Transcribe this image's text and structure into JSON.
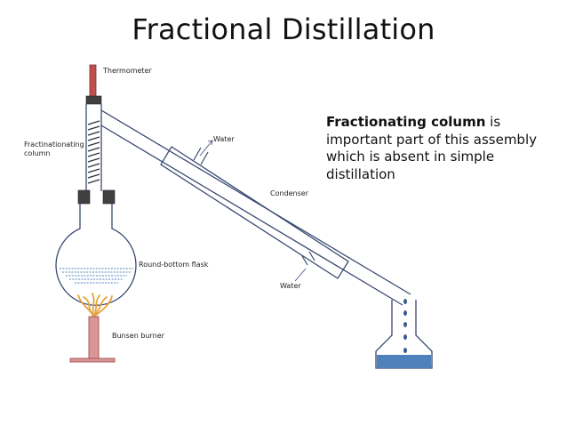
{
  "title": "Fractional Distillation",
  "labels": {
    "thermometer": "Thermometer",
    "fractionating_column_line1": "Fractinationating",
    "fractionating_column_line2": "column",
    "water_top": "Water",
    "condenser": "Condenser",
    "round_bottom_flask": "Round-bottom flask",
    "water_bottom": "Water",
    "bunsen_burner": "Bunsen burner"
  },
  "note": {
    "bold": "Fractionating column",
    "rest": " is important part of this assembly which is absent in simple distillation"
  },
  "colors": {
    "outline": "#3a4a72",
    "thermometer": "#c0504d",
    "liquid": "#4f81bd",
    "flame": "#e6a23c",
    "burner": "#d99694",
    "burner_stroke": "#a05050",
    "column_cap": "#404040"
  }
}
